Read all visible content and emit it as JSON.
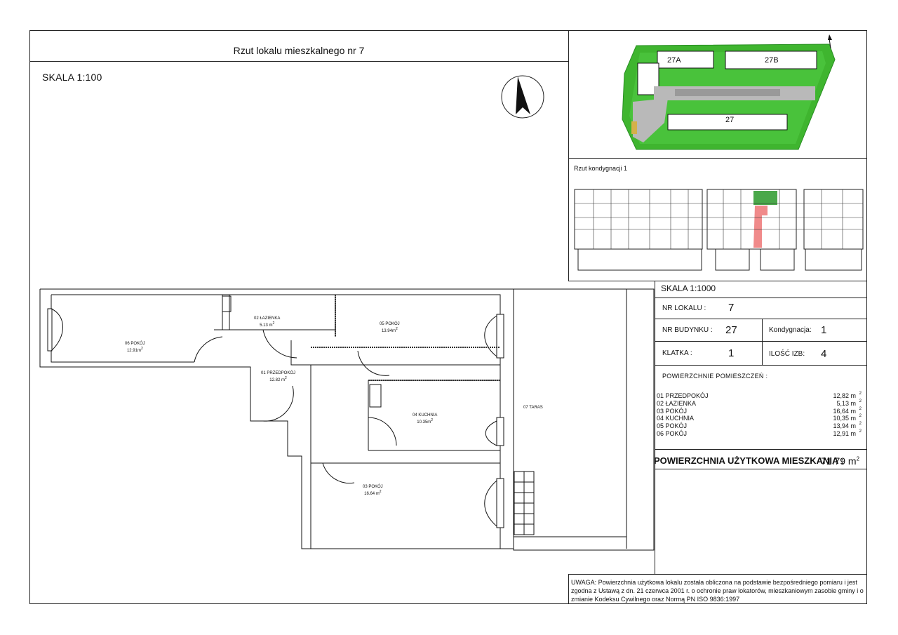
{
  "title": "Rzut lokalu mieszkalnego nr 7",
  "scale_main": "SKALA 1:100",
  "scale_small": "SKALA 1:1000",
  "floor_plan_caption": "Rzut kondygnacji 1",
  "info": {
    "nr_lokalu_label": "NR LOKALU :",
    "nr_lokalu": "7",
    "nr_budynku_label": "NR BUDYNKU :",
    "nr_budynku": "27",
    "kondygnacja_label": "Kondygnacja:",
    "kondygnacja": "1",
    "klatka_label": "KLATKA :",
    "klatka": "1",
    "ilosc_izb_label": "ILOŚĆ IZB:",
    "ilosc_izb": "4"
  },
  "rooms_title": "POWIERZCHNIE POMIESZCZEŃ :",
  "rooms": [
    {
      "name": "01 PRZEDPOKÓJ",
      "area": "12,82"
    },
    {
      "name": "02 ŁAZIENKA",
      "area": "5,13"
    },
    {
      "name": "03 POKÓJ",
      "area": "16,64"
    },
    {
      "name": "04 KUCHNIA",
      "area": "10,35"
    },
    {
      "name": "05 POKÓJ",
      "area": "13,94"
    },
    {
      "name": "06 POKÓJ",
      "area": "12,91"
    }
  ],
  "unit": "m",
  "unit_sup": "2",
  "total_label": "POWIERZCHNIA UŻYTKOWA MIESZKANIA :",
  "total_value": "71.79 m",
  "note": "UWAGA: Powierzchnia użytkowa lokalu została obliczona na podstawie bezpośredniego pomiaru i jest zgodna z Ustawą z dn. 21 czerwca 2001 r. o ochronie praw lokatorów, mieszkaniowym zasobie gminy i o zmianie Kodeksu Cywilnego oraz Normą PN ISO 9836:1997",
  "plan_labels": {
    "r06_name": "06 POKÓJ",
    "r06_area": "12.91m",
    "r02_name": "02 ŁAZIENKA",
    "r02_area": "5.13 m",
    "r05_name": "05 POKÓJ",
    "r05_area": "13.94m",
    "r01_name": "01 PRZEDPOKÓJ",
    "r01_area": "12.82 m",
    "r04_name": "04 KUCHNIA",
    "r04_area": "10.35m",
    "r03_name": "03 POKÓJ",
    "r03_area": "16.64 m",
    "taras": "07 TARAS"
  },
  "site_labels": {
    "b27a": "27A",
    "b27b": "27B",
    "b27": "27"
  },
  "colors": {
    "site_green": "#3fb52f",
    "site_dark": "#2a8f24",
    "road": "#b9b9b9",
    "highlight": "#f08a8a",
    "garden": "#4aa84a"
  }
}
